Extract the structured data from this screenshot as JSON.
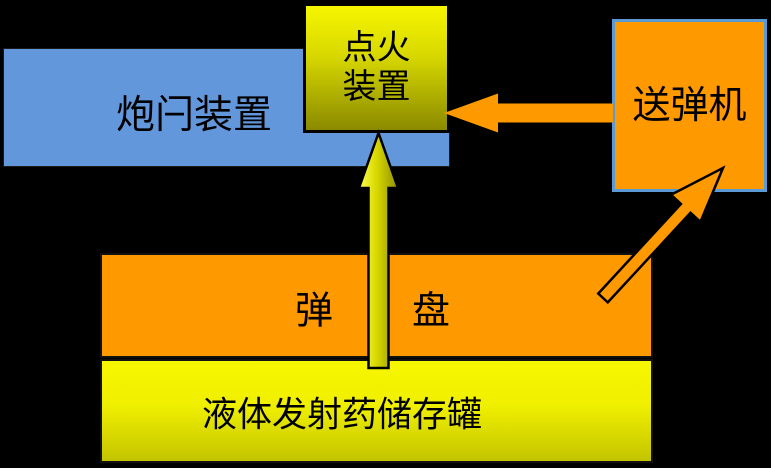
{
  "diagram": {
    "background_color": "#000000",
    "boxes": {
      "breech": {
        "label": "炮闩装置",
        "fill": "#6397DC"
      },
      "ignition": {
        "label_line1": "点火",
        "label_line2": "装置",
        "fill_top": "#F6F600",
        "fill_bottom": "#8A8A00",
        "border": "#000000"
      },
      "feeder": {
        "label": "送弹机",
        "fill": "#FF9900",
        "border": "#5B9BD5"
      },
      "tray": {
        "label_left": "弹",
        "label_right": "盘",
        "fill": "#FF9900",
        "border": "#000000"
      },
      "tank": {
        "label": "液体发射药储存罐",
        "fill_top": "#F7F700",
        "fill_bottom": "#C4C400",
        "border": "#000000"
      }
    },
    "arrows": {
      "tank_to_ignition": {
        "description": "vertical arrow from storage tank up through tray to ignition device",
        "fill_left": "#FFFF50",
        "fill_right": "#8F8F00",
        "outline": "#000000"
      },
      "feeder_to_ignition": {
        "description": "horizontal arrow from feeder pointing left to ignition device",
        "fill": "#FF9900"
      },
      "tray_to_feeder": {
        "description": "diagonal arrow from tray up-right to feeder",
        "fill": "#FF9900",
        "outline": "#000000"
      }
    }
  }
}
